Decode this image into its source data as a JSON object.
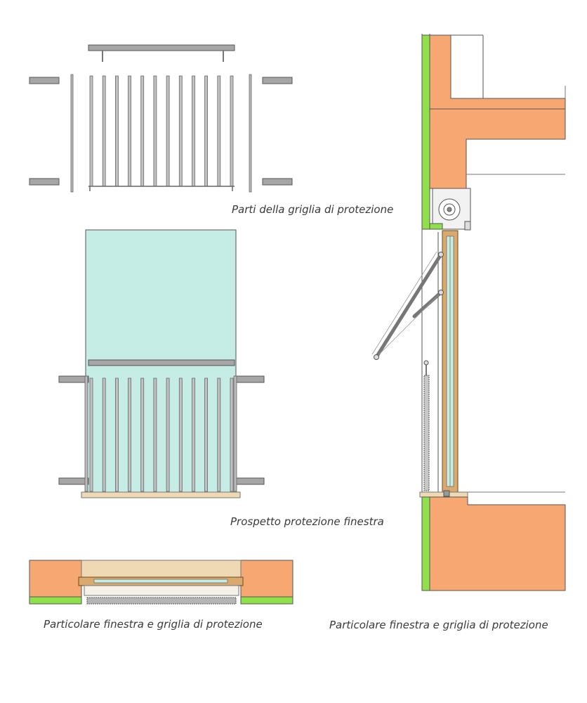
{
  "captions": {
    "parts": "Parti della griglia di protezione",
    "elevation": "Prospetto protezione finestra",
    "detail_plan": "Particolare finestra e griglia di protezione",
    "detail_section": "Particolare finestra e griglia di protezione"
  },
  "colors": {
    "wall": "#f7a872",
    "insulation": "#8fe04a",
    "glass": "#c6ece6",
    "metal": "#a6a6a6",
    "metal_dark": "#6a6a6a",
    "wood": "#d9a96e",
    "sill": "#efd9b4",
    "line": "#555555"
  }
}
